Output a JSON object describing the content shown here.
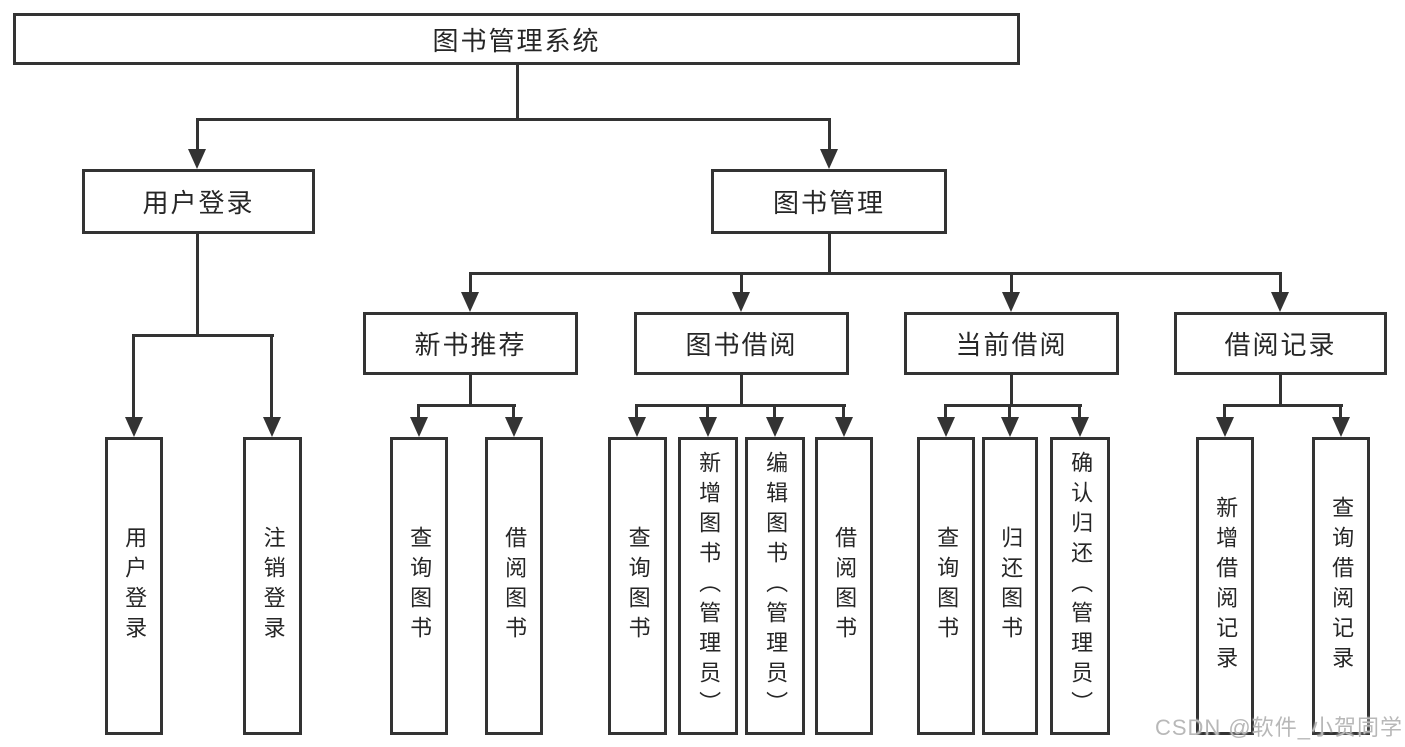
{
  "tree": {
    "root": "图书管理系统",
    "user": {
      "label": "用户登录",
      "children": [
        "用户登录",
        "注销登录"
      ]
    },
    "book": {
      "label": "图书管理"
    },
    "recommend": {
      "label": "新书推荐",
      "children": [
        "查询图书",
        "借阅图书"
      ]
    },
    "borrow": {
      "label": "图书借阅",
      "children": [
        "查询图书",
        "新增图书（管理员）",
        "编辑图书（管理员）",
        "借阅图书"
      ]
    },
    "current": {
      "label": "当前借阅",
      "children": [
        "查询图书",
        "归还图书",
        "确认归还（管理员）"
      ]
    },
    "records": {
      "label": "借阅记录",
      "children": [
        "新增借阅记录",
        "查询借阅记录"
      ]
    }
  },
  "watermark": "CSDN @软件_小贺同学",
  "colors": {
    "line": "#333333",
    "text": "#262626",
    "watermark": "#b8b8b8",
    "background": "#ffffff"
  }
}
